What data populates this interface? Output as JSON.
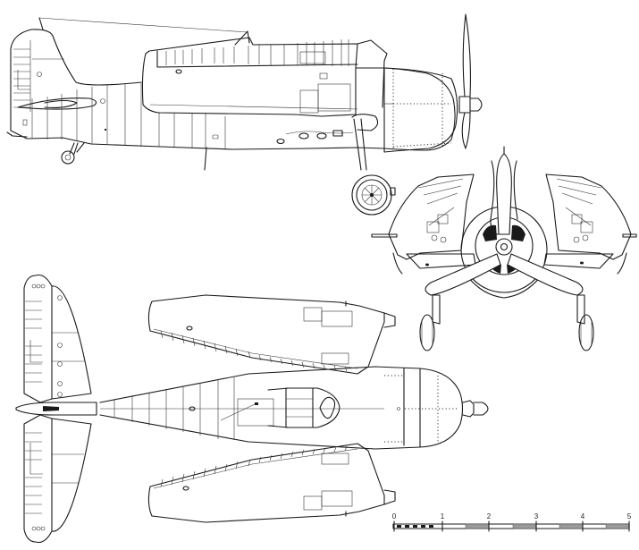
{
  "figure": {
    "type": "aircraft three-view line drawing",
    "views": [
      {
        "id": "side",
        "label": "side view (port profile)"
      },
      {
        "id": "front",
        "label": "front view, wings folded"
      },
      {
        "id": "top",
        "label": "top view, wings folded"
      }
    ],
    "colors": {
      "line": "#1a1a1a",
      "background": "#ffffff",
      "scale_fill_grey": "#9a9a9a"
    }
  },
  "scale_bar": {
    "labels": [
      "0",
      "1",
      "2",
      "3",
      "4",
      "5"
    ],
    "unit_segments": 5
  }
}
